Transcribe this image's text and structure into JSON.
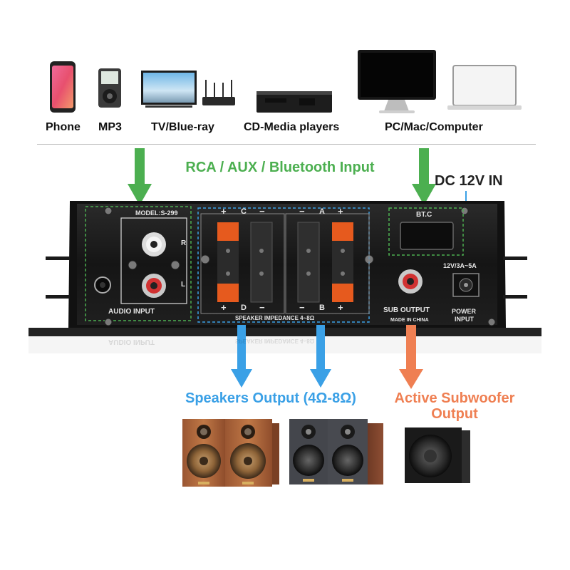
{
  "devices": {
    "phone": "Phone",
    "mp3": "MP3",
    "tv": "TV/Blue-ray",
    "cd": "CD-Media players",
    "pc": "PC/Mac/Computer"
  },
  "inputs": {
    "title": "RCA / AUX / Bluetooth Input",
    "dc_label": "DC 12V IN"
  },
  "panel": {
    "model": "MODEL:S-299",
    "audio_input": "AUDIO INPUT",
    "channel_r": "R",
    "channel_l": "L",
    "plus": "+",
    "minus": "−",
    "ch_c": "C",
    "ch_a": "A",
    "ch_d": "D",
    "ch_b": "B",
    "impedance": "SPEAKER IMPEDANCE 4~8Ω",
    "bt": "BT.C",
    "sub_output": "SUB OUTPUT",
    "made_in": "MADE IN CHINA",
    "power_rating": "12V/3A~5A",
    "power_input_1": "POWER",
    "power_input_2": "INPUT"
  },
  "outputs": {
    "speakers": "Speakers Output (4Ω-8Ω)",
    "sub_line1": "Active Subwoofer",
    "sub_line2": "Output"
  },
  "colors": {
    "green": "#4caf50",
    "blue": "#3aa0e6",
    "orange": "#ef7f52"
  }
}
